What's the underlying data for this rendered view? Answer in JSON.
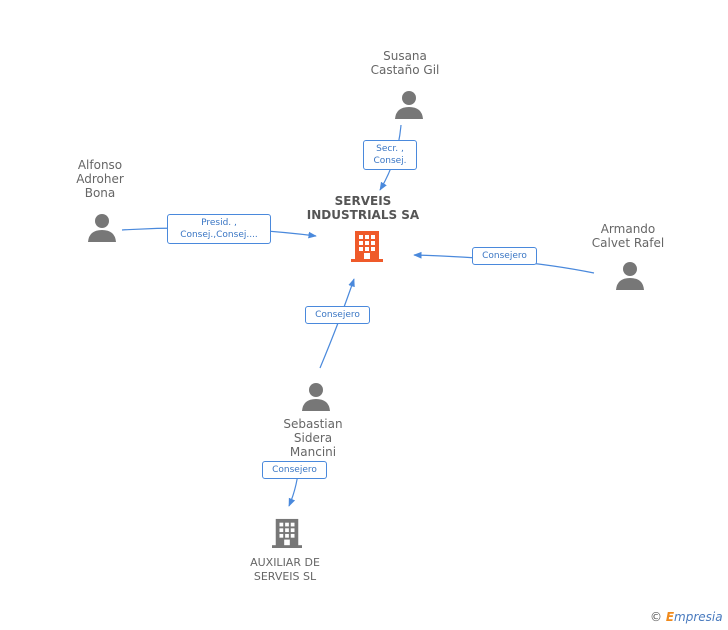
{
  "company": {
    "main": {
      "name": "SERVEIS\nINDUSTRIALS SA",
      "color": "#ef5a2a"
    },
    "sub": {
      "name": "AUXILIAR DE\nSERVEIS SL",
      "color": "#777777"
    }
  },
  "people": [
    {
      "id": "susana",
      "name": "Susana\nCastaño Gil"
    },
    {
      "id": "alfonso",
      "name": "Alfonso\nAdroher\nBona"
    },
    {
      "id": "armando",
      "name": "Armando\nCalvet Rafel"
    },
    {
      "id": "sebastian",
      "name": "Sebastian\nSidera\nMancini"
    }
  ],
  "relations": [
    {
      "from": "susana",
      "to": "main",
      "label": "Secr. ,\nConsej."
    },
    {
      "from": "alfonso",
      "to": "main",
      "label": "Presid. ,\nConsej.,Consej...."
    },
    {
      "from": "armando",
      "to": "main",
      "label": "Consejero"
    },
    {
      "from": "sebastian",
      "to": "main",
      "label": "Consejero"
    },
    {
      "from": "sebastian",
      "to": "sub",
      "label": "Consejero"
    }
  ],
  "colors": {
    "edge": "#4a89dc",
    "person": "#777777"
  },
  "brand": {
    "symbol": "©",
    "initial": "E",
    "rest": "mpresia"
  }
}
